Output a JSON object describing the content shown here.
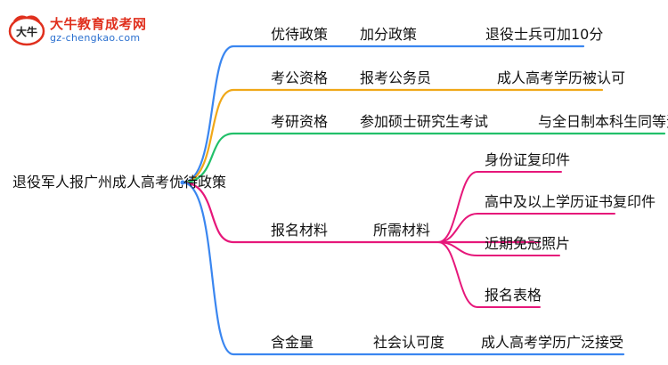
{
  "logo": {
    "title": "大牛教育成考网",
    "url": "gz-chengkao.com",
    "mark_text": "大牛"
  },
  "root": "退役军人报广州成人高考优待政策",
  "branches": [
    {
      "label": "优待政策",
      "middle": "加分政策",
      "leaves": [
        "退役士兵可加10分"
      ],
      "color": "#3a86f0"
    },
    {
      "label": "考公资格",
      "middle": "报考公务员",
      "leaves": [
        "成人高考学历被认可"
      ],
      "color": "#f0a818"
    },
    {
      "label": "考研资格",
      "middle": "参加硕士研究生考试",
      "leaves": [
        "与全日制本科生同等资格"
      ],
      "color": "#22c06a"
    },
    {
      "label": "报名材料",
      "middle": "所需材料",
      "leaves": [
        "身份证复印件",
        "高中及以上学历证书复印件",
        "近期免冠照片",
        "报名表格"
      ],
      "color": "#e6177a"
    },
    {
      "label": "含金量",
      "middle": "社会认可度",
      "leaves": [
        "成人高考学历广泛接受"
      ],
      "color": "#3a86f0"
    }
  ]
}
